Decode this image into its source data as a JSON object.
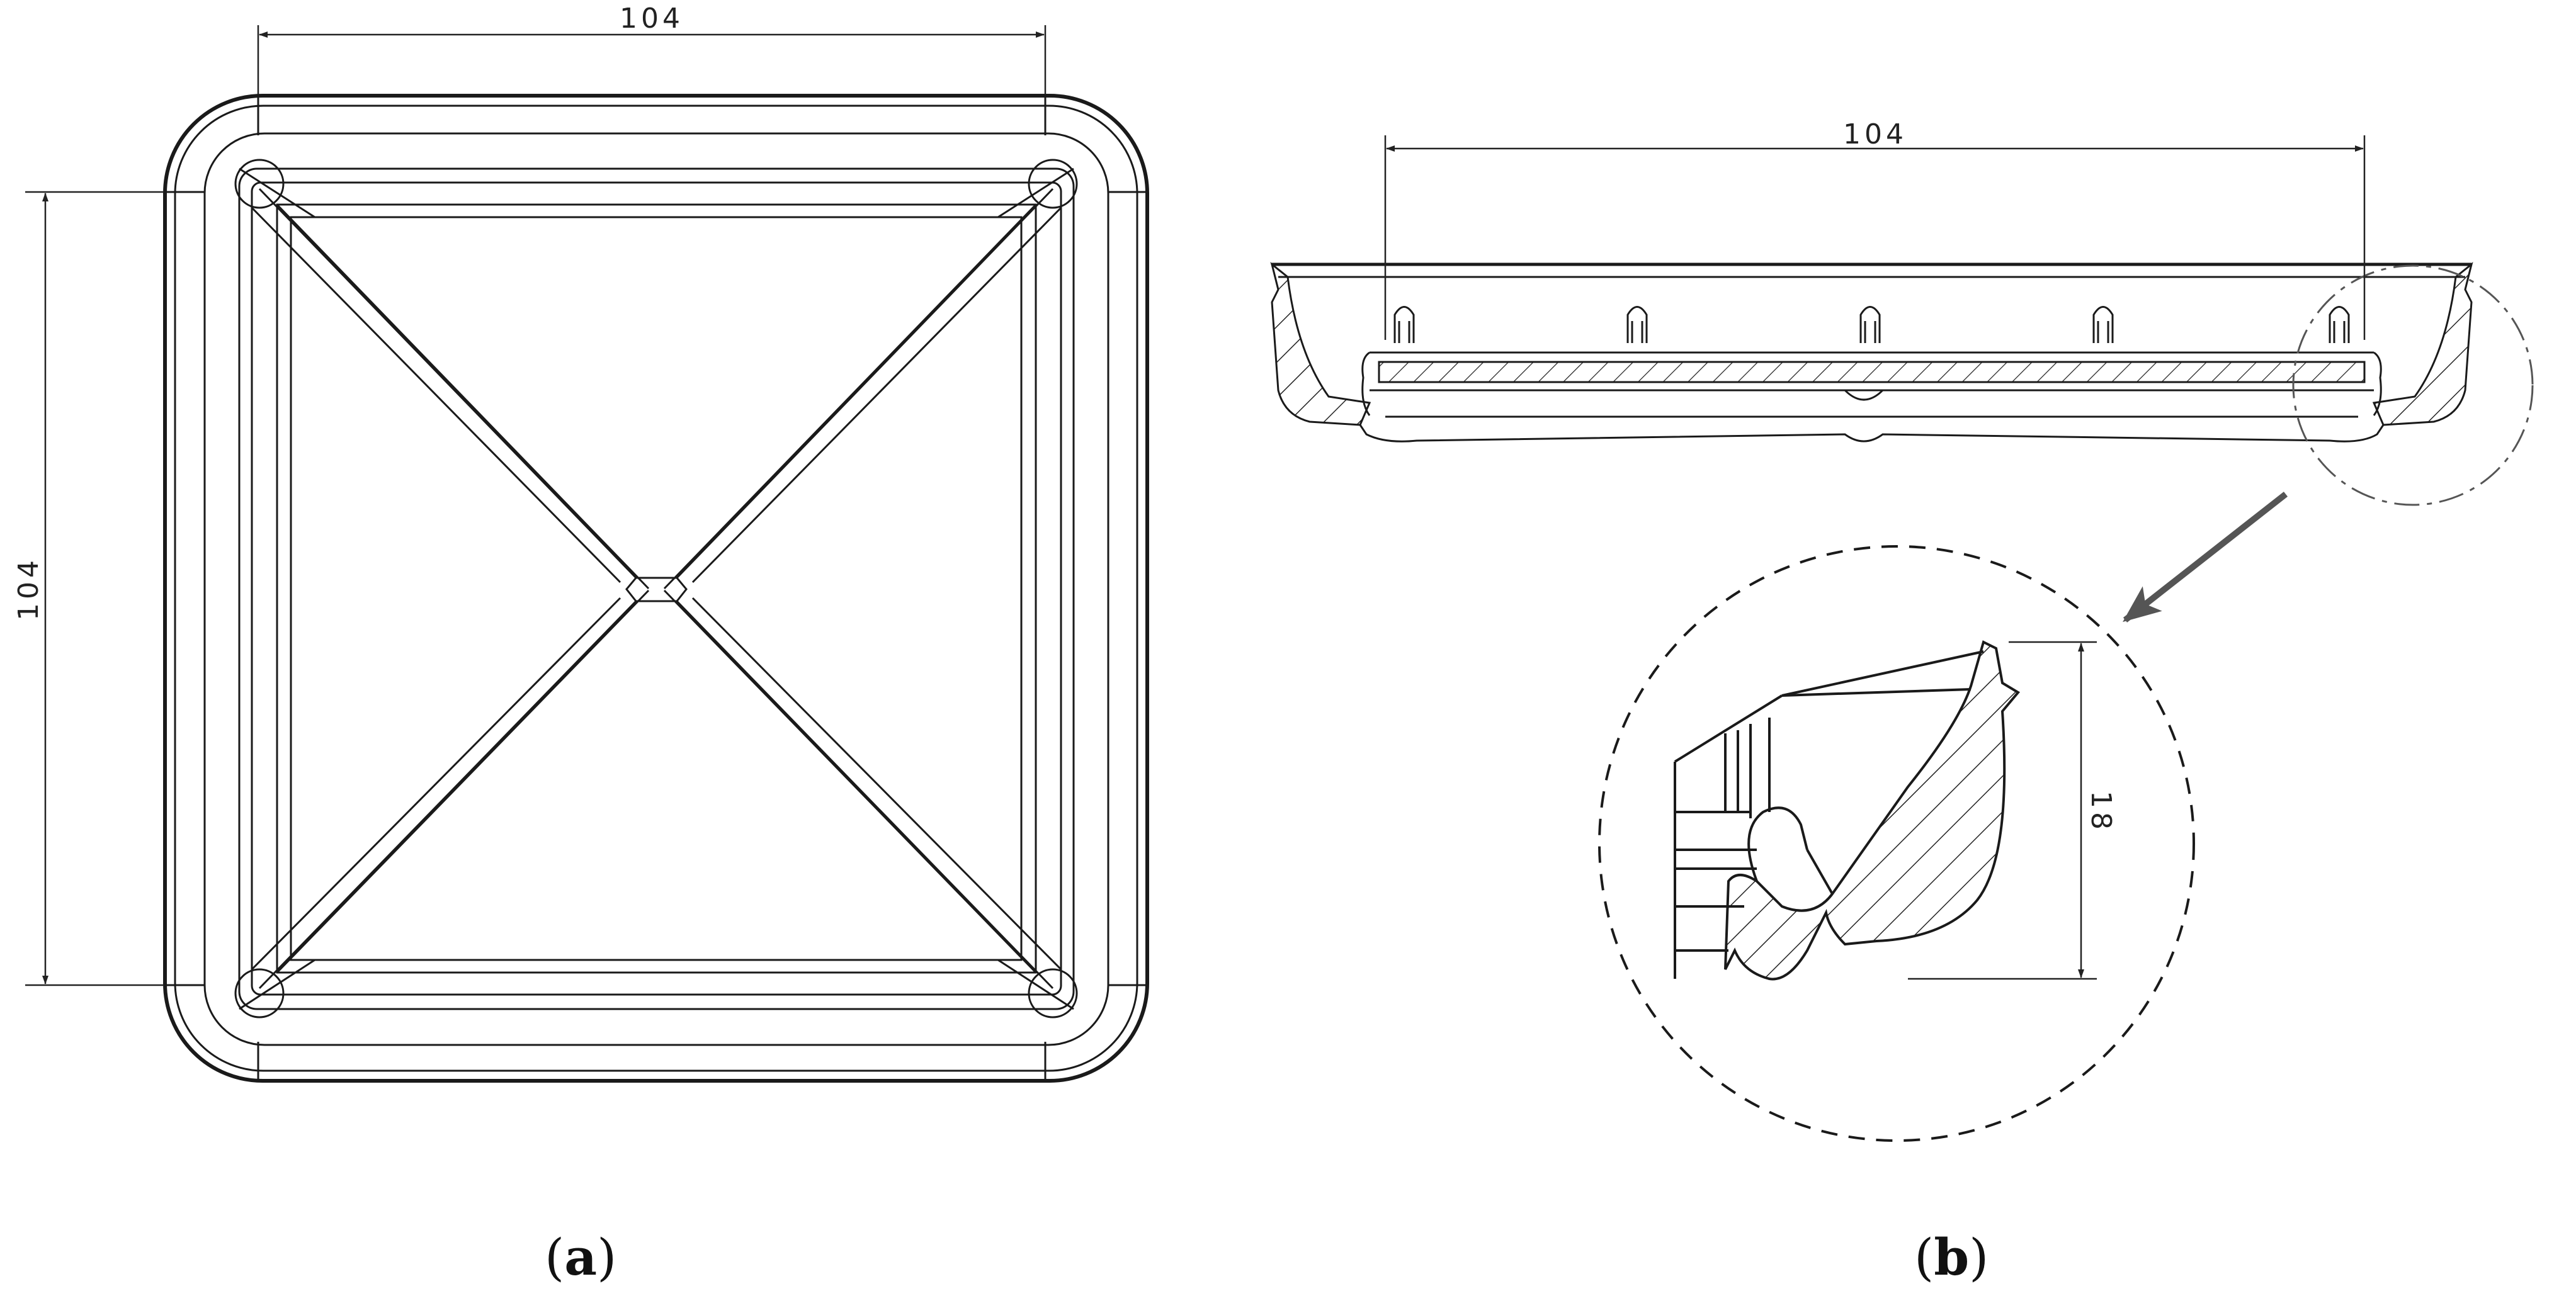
{
  "view_a": {
    "dimension_width": "104",
    "dimension_height": "104",
    "caption_letter": "a"
  },
  "view_b": {
    "dimension_width": "104",
    "detail_dimension_height": "18",
    "caption_letter": "b"
  },
  "colors": {
    "line": "#1a1a1a",
    "arrow": "#555555",
    "background": "#ffffff"
  }
}
